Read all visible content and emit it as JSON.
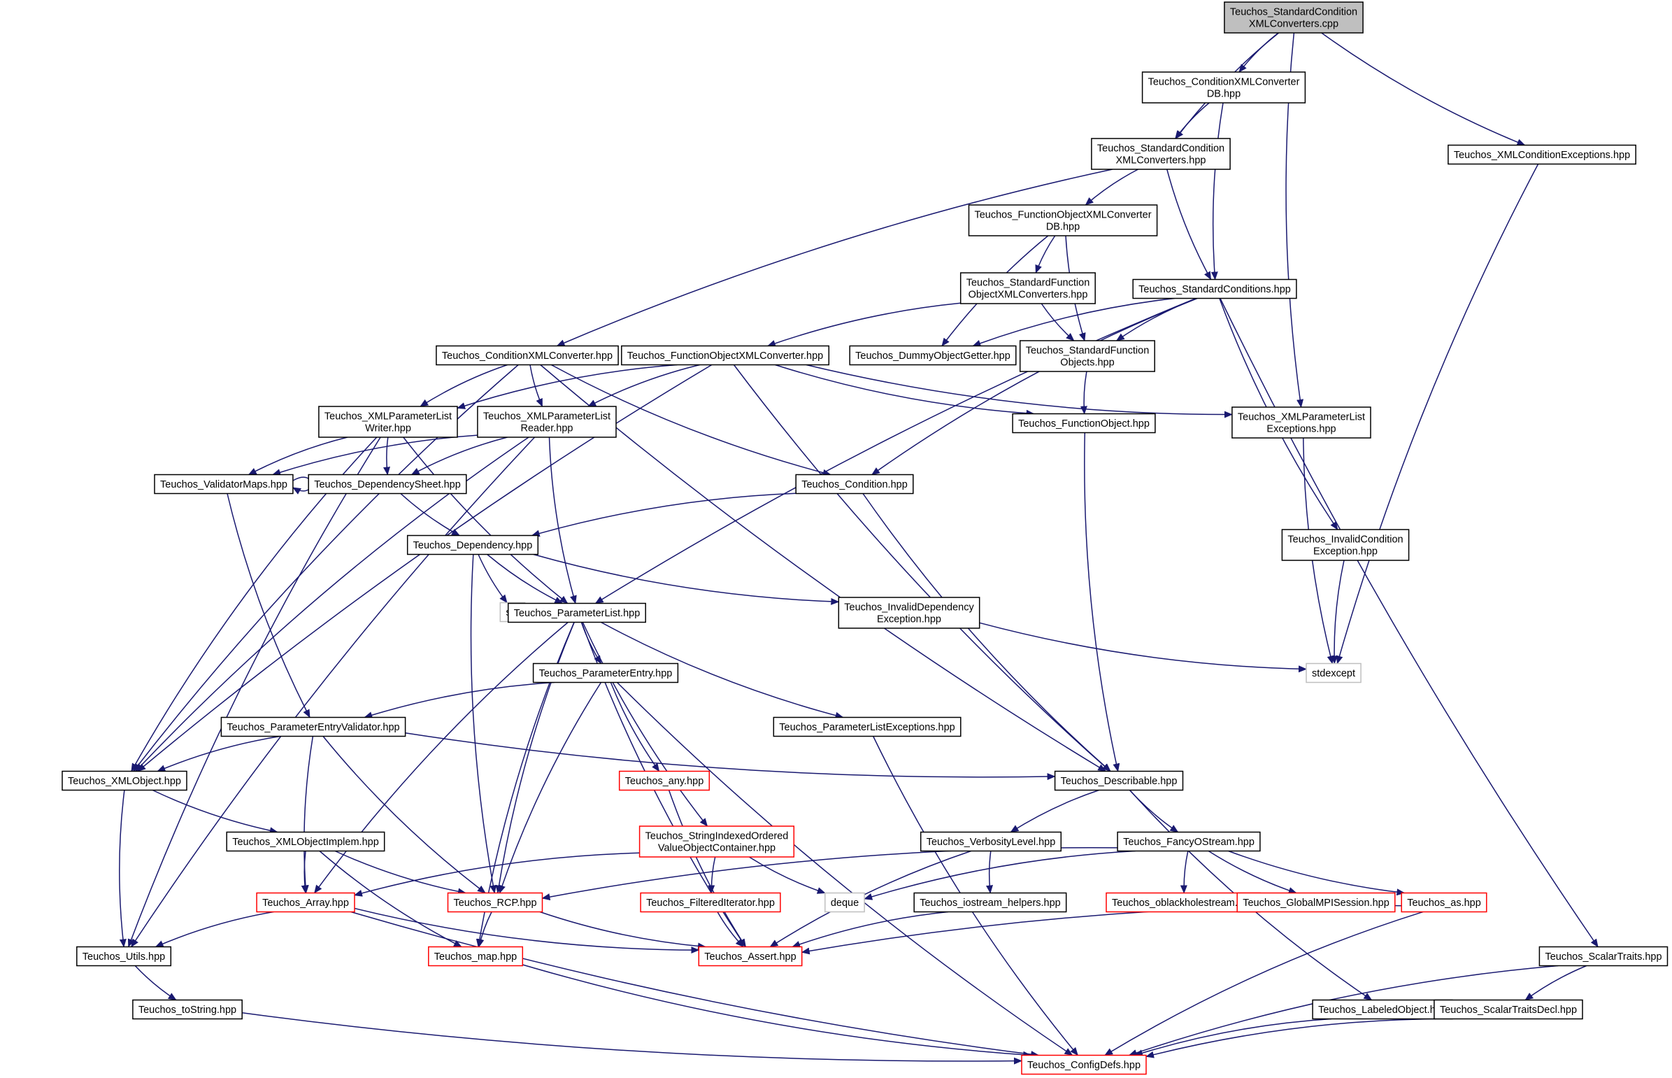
{
  "diagram": {
    "colors": {
      "edge": "#191970",
      "root_fill": "#bfbfbf",
      "normal_border": "#000000",
      "truncated_border": "#ff0000",
      "external_border": "#bfbfbf",
      "background": "#ffffff"
    },
    "nodes": [
      {
        "id": "root",
        "lines": [
          "Teuchos_StandardCondition",
          "XMLConverters.cpp"
        ],
        "kind": "root"
      },
      {
        "id": "cxcdb",
        "lines": [
          "Teuchos_ConditionXMLConverter",
          "DB.hpp"
        ],
        "kind": "normal"
      },
      {
        "id": "scxh",
        "lines": [
          "Teuchos_StandardCondition",
          "XMLConverters.hpp"
        ],
        "kind": "normal"
      },
      {
        "id": "xce",
        "lines": [
          "Teuchos_XMLConditionExceptions.hpp"
        ],
        "kind": "normal"
      },
      {
        "id": "foxcdb",
        "lines": [
          "Teuchos_FunctionObjectXMLConverter",
          "DB.hpp"
        ],
        "kind": "normal"
      },
      {
        "id": "sfoxc",
        "lines": [
          "Teuchos_StandardFunction",
          "ObjectXMLConverters.hpp"
        ],
        "kind": "normal"
      },
      {
        "id": "sc",
        "lines": [
          "Teuchos_StandardConditions.hpp"
        ],
        "kind": "normal"
      },
      {
        "id": "cxc",
        "lines": [
          "Teuchos_ConditionXMLConverter.hpp"
        ],
        "kind": "normal"
      },
      {
        "id": "foxc",
        "lines": [
          "Teuchos_FunctionObjectXMLConverter.hpp"
        ],
        "kind": "normal"
      },
      {
        "id": "dog",
        "lines": [
          "Teuchos_DummyObjectGetter.hpp"
        ],
        "kind": "normal"
      },
      {
        "id": "sfo",
        "lines": [
          "Teuchos_StandardFunction",
          "Objects.hpp"
        ],
        "kind": "normal"
      },
      {
        "id": "xplw",
        "lines": [
          "Teuchos_XMLParameterList",
          "Writer.hpp"
        ],
        "kind": "normal"
      },
      {
        "id": "xplr",
        "lines": [
          "Teuchos_XMLParameterList",
          "Reader.hpp"
        ],
        "kind": "normal"
      },
      {
        "id": "fo",
        "lines": [
          "Teuchos_FunctionObject.hpp"
        ],
        "kind": "normal"
      },
      {
        "id": "xple",
        "lines": [
          "Teuchos_XMLParameterList",
          "Exceptions.hpp"
        ],
        "kind": "normal"
      },
      {
        "id": "vm",
        "lines": [
          "Teuchos_ValidatorMaps.hpp"
        ],
        "kind": "normal"
      },
      {
        "id": "ds",
        "lines": [
          "Teuchos_DependencySheet.hpp"
        ],
        "kind": "normal"
      },
      {
        "id": "cond",
        "lines": [
          "Teuchos_Condition.hpp"
        ],
        "kind": "normal"
      },
      {
        "id": "ice",
        "lines": [
          "Teuchos_InvalidCondition",
          "Exception.hpp"
        ],
        "kind": "normal"
      },
      {
        "id": "dep",
        "lines": [
          "Teuchos_Dependency.hpp"
        ],
        "kind": "normal"
      },
      {
        "id": "set",
        "lines": [
          "set"
        ],
        "kind": "external"
      },
      {
        "id": "pl",
        "lines": [
          "Teuchos_ParameterList.hpp"
        ],
        "kind": "normal"
      },
      {
        "id": "ide",
        "lines": [
          "Teuchos_InvalidDependency",
          "Exception.hpp"
        ],
        "kind": "normal"
      },
      {
        "id": "stdexcept",
        "lines": [
          "stdexcept"
        ],
        "kind": "external"
      },
      {
        "id": "pe",
        "lines": [
          "Teuchos_ParameterEntry.hpp"
        ],
        "kind": "normal"
      },
      {
        "id": "pev",
        "lines": [
          "Teuchos_ParameterEntryValidator.hpp"
        ],
        "kind": "normal"
      },
      {
        "id": "ple",
        "lines": [
          "Teuchos_ParameterListExceptions.hpp"
        ],
        "kind": "normal"
      },
      {
        "id": "xo",
        "lines": [
          "Teuchos_XMLObject.hpp"
        ],
        "kind": "normal"
      },
      {
        "id": "any",
        "lines": [
          "Teuchos_any.hpp"
        ],
        "kind": "truncated"
      },
      {
        "id": "desc",
        "lines": [
          "Teuchos_Describable.hpp"
        ],
        "kind": "normal"
      },
      {
        "id": "xoi",
        "lines": [
          "Teuchos_XMLObjectImplem.hpp"
        ],
        "kind": "normal"
      },
      {
        "id": "sioc",
        "lines": [
          "Teuchos_StringIndexedOrdered",
          "ValueObjectContainer.hpp"
        ],
        "kind": "truncated"
      },
      {
        "id": "vl",
        "lines": [
          "Teuchos_VerbosityLevel.hpp"
        ],
        "kind": "normal"
      },
      {
        "id": "fos",
        "lines": [
          "Teuchos_FancyOStream.hpp"
        ],
        "kind": "normal"
      },
      {
        "id": "arr",
        "lines": [
          "Teuchos_Array.hpp"
        ],
        "kind": "truncated"
      },
      {
        "id": "rcp",
        "lines": [
          "Teuchos_RCP.hpp"
        ],
        "kind": "truncated"
      },
      {
        "id": "fi",
        "lines": [
          "Teuchos_FilteredIterator.hpp"
        ],
        "kind": "truncated"
      },
      {
        "id": "deque",
        "lines": [
          "deque"
        ],
        "kind": "external"
      },
      {
        "id": "ioh",
        "lines": [
          "Teuchos_iostream_helpers.hpp"
        ],
        "kind": "normal"
      },
      {
        "id": "obh",
        "lines": [
          "Teuchos_oblackholestream.hpp"
        ],
        "kind": "truncated"
      },
      {
        "id": "gmpi",
        "lines": [
          "Teuchos_GlobalMPISession.hpp"
        ],
        "kind": "truncated"
      },
      {
        "id": "as",
        "lines": [
          "Teuchos_as.hpp"
        ],
        "kind": "truncated"
      },
      {
        "id": "utils",
        "lines": [
          "Teuchos_Utils.hpp"
        ],
        "kind": "normal"
      },
      {
        "id": "map",
        "lines": [
          "Teuchos_map.hpp"
        ],
        "kind": "truncated"
      },
      {
        "id": "assert",
        "lines": [
          "Teuchos_Assert.hpp"
        ],
        "kind": "truncated"
      },
      {
        "id": "st",
        "lines": [
          "Teuchos_ScalarTraits.hpp"
        ],
        "kind": "normal"
      },
      {
        "id": "ts",
        "lines": [
          "Teuchos_toString.hpp"
        ],
        "kind": "normal"
      },
      {
        "id": "lo",
        "lines": [
          "Teuchos_LabeledObject.hpp"
        ],
        "kind": "normal"
      },
      {
        "id": "stdecl",
        "lines": [
          "Teuchos_ScalarTraitsDecl.hpp"
        ],
        "kind": "normal"
      },
      {
        "id": "cdefs",
        "lines": [
          "Teuchos_ConfigDefs.hpp"
        ],
        "kind": "truncated"
      }
    ],
    "edges": [
      [
        "root",
        "cxcdb"
      ],
      [
        "root",
        "scxh"
      ],
      [
        "root",
        "xce"
      ],
      [
        "root",
        "xple"
      ],
      [
        "cxcdb",
        "scxh"
      ],
      [
        "cxcdb",
        "sc"
      ],
      [
        "scxh",
        "foxcdb"
      ],
      [
        "scxh",
        "sc"
      ],
      [
        "scxh",
        "cxc"
      ],
      [
        "xce",
        "stdexcept"
      ],
      [
        "foxcdb",
        "sfoxc"
      ],
      [
        "foxcdb",
        "dog"
      ],
      [
        "foxcdb",
        "sfo"
      ],
      [
        "sfoxc",
        "foxc"
      ],
      [
        "sfoxc",
        "sfo"
      ],
      [
        "sc",
        "dog"
      ],
      [
        "sc",
        "sfo"
      ],
      [
        "sc",
        "cond"
      ],
      [
        "sc",
        "pl"
      ],
      [
        "sc",
        "ice"
      ],
      [
        "sc",
        "st"
      ],
      [
        "cxc",
        "xplw"
      ],
      [
        "cxc",
        "xplr"
      ],
      [
        "cxc",
        "cond"
      ],
      [
        "cxc",
        "desc"
      ],
      [
        "cxc",
        "xo"
      ],
      [
        "foxc",
        "xplw"
      ],
      [
        "foxc",
        "xplr"
      ],
      [
        "foxc",
        "fo"
      ],
      [
        "foxc",
        "xple"
      ],
      [
        "foxc",
        "desc"
      ],
      [
        "foxc",
        "xo"
      ],
      [
        "sfo",
        "fo"
      ],
      [
        "xplw",
        "vm"
      ],
      [
        "xplw",
        "ds"
      ],
      [
        "xplw",
        "pl"
      ],
      [
        "xplw",
        "xo"
      ],
      [
        "xplw",
        "utils"
      ],
      [
        "xplr",
        "vm"
      ],
      [
        "xplr",
        "ds"
      ],
      [
        "xplr",
        "pl"
      ],
      [
        "xplr",
        "xo"
      ],
      [
        "xplr",
        "utils"
      ],
      [
        "fo",
        "desc"
      ],
      [
        "xple",
        "stdexcept"
      ],
      [
        "vm",
        "vm"
      ],
      [
        "vm",
        "pev"
      ],
      [
        "ds",
        "dep"
      ],
      [
        "cond",
        "dep"
      ],
      [
        "cond",
        "desc"
      ],
      [
        "ice",
        "stdexcept"
      ],
      [
        "dep",
        "set"
      ],
      [
        "dep",
        "pl"
      ],
      [
        "dep",
        "ide"
      ],
      [
        "dep",
        "rcp"
      ],
      [
        "ide",
        "stdexcept"
      ],
      [
        "pl",
        "pe"
      ],
      [
        "pl",
        "ple"
      ],
      [
        "pl",
        "sioc"
      ],
      [
        "pl",
        "arr"
      ],
      [
        "pl",
        "rcp"
      ],
      [
        "pl",
        "map"
      ],
      [
        "pl",
        "assert"
      ],
      [
        "pe",
        "pev"
      ],
      [
        "pe",
        "any"
      ],
      [
        "pe",
        "rcp"
      ],
      [
        "pe",
        "cdefs"
      ],
      [
        "pev",
        "xo"
      ],
      [
        "pev",
        "desc"
      ],
      [
        "pev",
        "arr"
      ],
      [
        "pev",
        "rcp"
      ],
      [
        "ple",
        "cdefs"
      ],
      [
        "xo",
        "xoi"
      ],
      [
        "xo",
        "utils"
      ],
      [
        "any",
        "assert"
      ],
      [
        "desc",
        "vl"
      ],
      [
        "desc",
        "fos"
      ],
      [
        "desc",
        "lo"
      ],
      [
        "xoi",
        "arr"
      ],
      [
        "xoi",
        "rcp"
      ],
      [
        "xoi",
        "map"
      ],
      [
        "sioc",
        "arr"
      ],
      [
        "sioc",
        "fi"
      ],
      [
        "sioc",
        "deque"
      ],
      [
        "vl",
        "ioh"
      ],
      [
        "vl",
        "assert"
      ],
      [
        "fos",
        "rcp"
      ],
      [
        "fos",
        "deque"
      ],
      [
        "fos",
        "obh"
      ],
      [
        "fos",
        "gmpi"
      ],
      [
        "fos",
        "as"
      ],
      [
        "arr",
        "utils"
      ],
      [
        "arr",
        "assert"
      ],
      [
        "arr",
        "cdefs"
      ],
      [
        "rcp",
        "map"
      ],
      [
        "rcp",
        "assert"
      ],
      [
        "fi",
        "assert"
      ],
      [
        "ioh",
        "assert"
      ],
      [
        "as",
        "assert"
      ],
      [
        "as",
        "cdefs"
      ],
      [
        "utils",
        "ts"
      ],
      [
        "map",
        "cdefs"
      ],
      [
        "st",
        "stdecl"
      ],
      [
        "st",
        "cdefs"
      ],
      [
        "ts",
        "cdefs"
      ],
      [
        "lo",
        "cdefs"
      ],
      [
        "stdecl",
        "cdefs"
      ]
    ]
  }
}
